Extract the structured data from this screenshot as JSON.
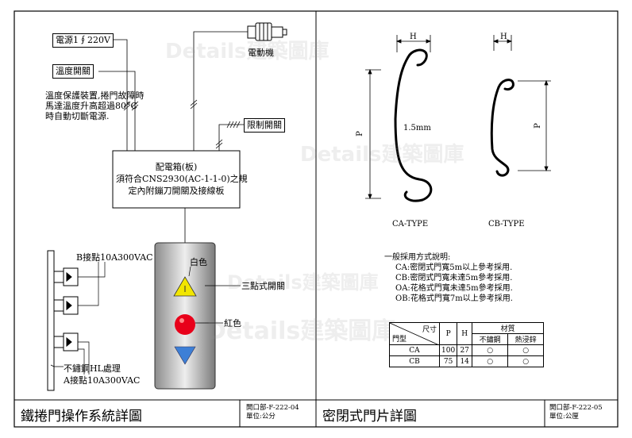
{
  "left": {
    "power_label": "電源1∮220V",
    "temp_switch_label": "溫度開關",
    "motor_label": "電動機",
    "limit_switch_label": "限制開關",
    "temp_note": [
      "溫度保護裝置,捲門故障時",
      "馬達溫度升高超過80°C",
      "時自動切斷電源."
    ],
    "distribution_box": [
      "配電箱(板)",
      "須符合CNS2930(AC-1-1-0)之規",
      "定內附鏰刀開關及接線板"
    ],
    "white_color": "白色",
    "three_point_switch": "三點式開關",
    "red_color": "紅色",
    "b_contact": "B接點10A300VAC",
    "stainless_note": "不鏽鋼HL處理",
    "a_contact": "A接點10A300VAC"
  },
  "right": {
    "dim_h": "H",
    "dim_p": "P",
    "thickness": "1.5mm",
    "ca_type": "CA-TYPE",
    "cb_type": "CB-TYPE",
    "usage_title": "一般採用方式說明:",
    "usage_lines": [
      "CA:密閉式門寬5m以上參考採用.",
      "CB:密閉式門寬未達5m參考採用.",
      "OA:花格式門寬未達5m參考採用.",
      "OB:花格式門寬7m以上參考採用."
    ],
    "table": {
      "dim_header": "尺寸",
      "type_header": "門型",
      "col_p": "P",
      "col_h": "H",
      "material_header": "材質",
      "mat_1": "不鏽鋼",
      "mat_2": "熱浸鋅",
      "rows": [
        {
          "type": "CA",
          "p": "100",
          "h": "27",
          "m1": "○",
          "m2": "○"
        },
        {
          "type": "CB",
          "p": "75",
          "h": "14",
          "m1": "○",
          "m2": "○"
        }
      ]
    }
  },
  "title_left": {
    "main": "鐵捲門操作系統詳圖",
    "code": "開口部-F-222-04",
    "unit": "單位:公分"
  },
  "title_right": {
    "main": "密閉式門片詳圖",
    "code": "開口部-F-222-05",
    "unit": "單位:公厘"
  },
  "watermark": "Details建築圖庫",
  "colors": {
    "panel_gradient": [
      "#8c8c8c",
      "#eeeeee",
      "#7a7a7a"
    ],
    "triangle_up": "#f2e600",
    "red_button": "#e8001a",
    "triangle_down": "#3d7fd6"
  }
}
